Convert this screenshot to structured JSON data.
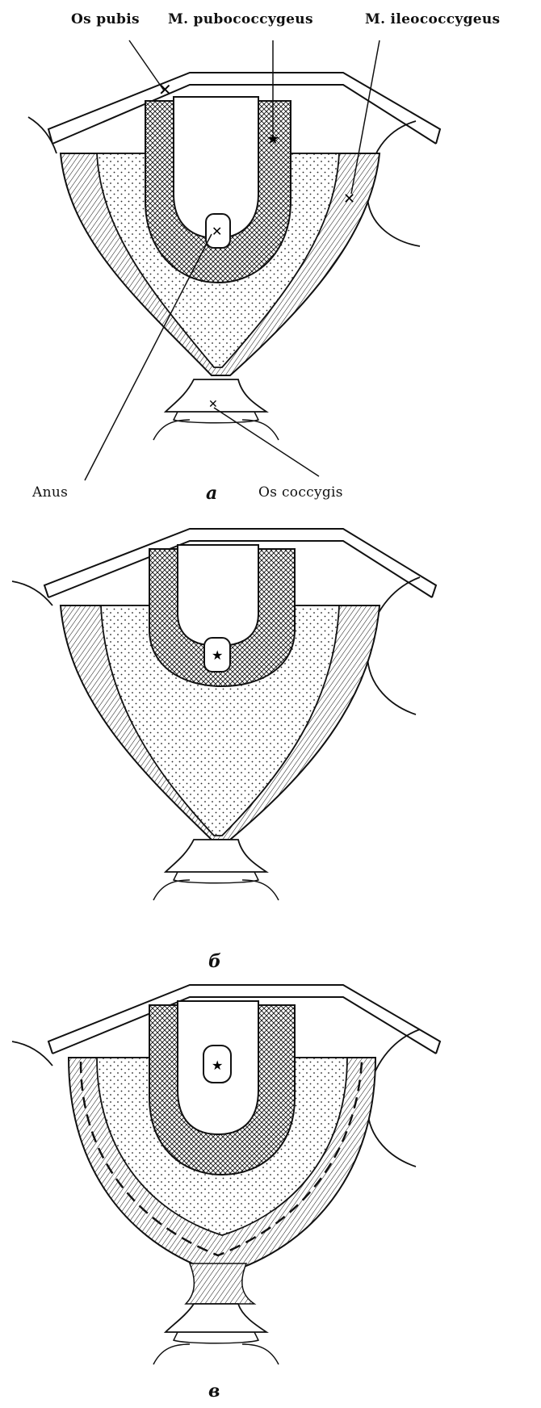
{
  "labels": {
    "os_pubis": "Os pubis",
    "pubococcygeus": "M. pubococcygeus",
    "ileococcygeus": "M. ileococcygeus",
    "anus": "Anus",
    "os_coccygis": "Os coccygis"
  },
  "captions": {
    "a": "a",
    "b": "б",
    "c": "в"
  }
}
